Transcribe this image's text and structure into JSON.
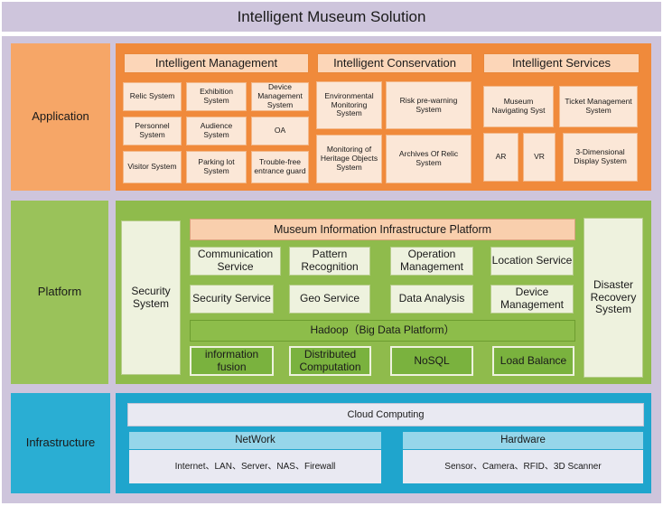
{
  "title": "Intelligent Museum Solution",
  "application": {
    "label": "Application",
    "management": {
      "header": "Intelligent Management",
      "items": [
        "Relic System",
        "Exhibition System",
        "Device Management System",
        "Personnel System",
        "Audience System",
        "OA",
        "Visitor System",
        "Parking lot System",
        "Trouble-free entrance guard"
      ]
    },
    "conservation": {
      "header": "Intelligent Conservation",
      "items": [
        "Environmental Monitoring System",
        "Risk pre-warning System",
        "Monitoring of Heritage Objects System",
        "Archives Of Relic System"
      ]
    },
    "services": {
      "header": "Intelligent Services",
      "items": [
        "Museum Navigating Syst",
        "Ticket Management System",
        "AR",
        "VR",
        "3-Dimensional Display System"
      ]
    }
  },
  "platform": {
    "label": "Platform",
    "security_system": "Security System",
    "disaster_recovery": "Disaster Recovery System",
    "infrastructure_platform": "Museum Information Infrastructure Platform",
    "services": [
      "Communication Service",
      "Pattern Recognition",
      "Operation Management",
      "Location Service",
      "Security Service",
      "Geo Service",
      "Data Analysis",
      "Device Management"
    ],
    "hadoop": "Hadoop（Big Data Platform）",
    "big_data": [
      "information fusion",
      "Distributed Computation",
      "NoSQL",
      "Load Balance"
    ]
  },
  "infrastructure": {
    "label": "Infrastructure",
    "cloud": "Cloud Computing",
    "network": {
      "header": "NetWork",
      "items": "Internet、LAN、Server、NAS、Firewall"
    },
    "hardware": {
      "header": "Hardware",
      "items": "Sensor、Camera、RFID、3D Scanner"
    }
  }
}
